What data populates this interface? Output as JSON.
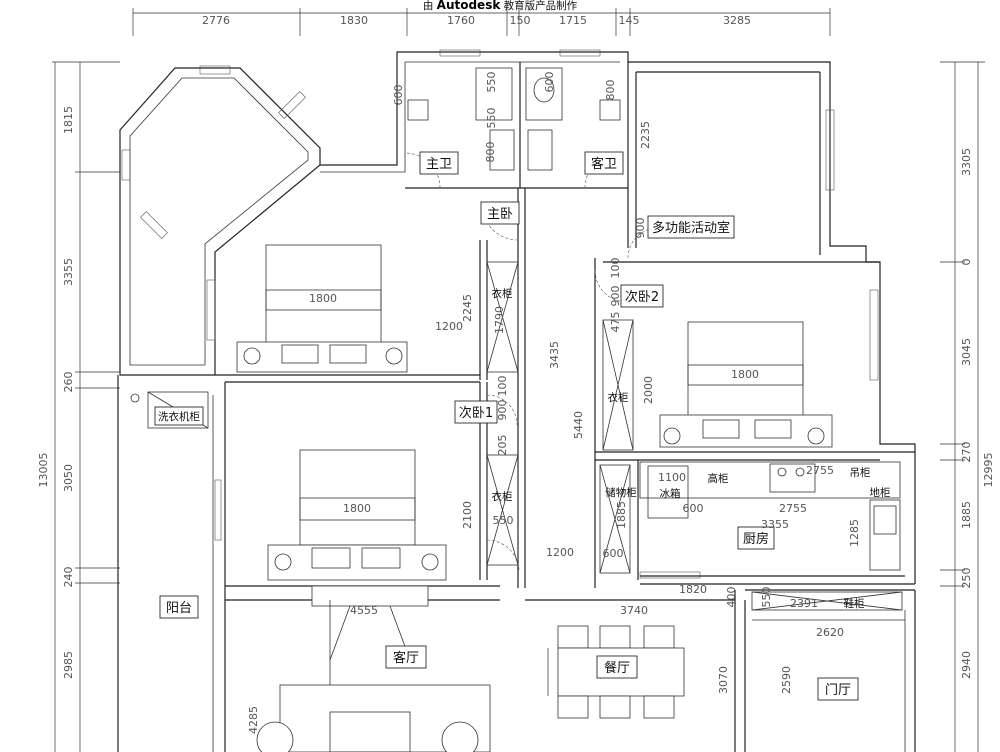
{
  "header": {
    "prefix": "由 ",
    "brand": "Autodesk",
    "suffix": " 教育版产品制作"
  },
  "dims_top": [
    "2776",
    "1830",
    "1760",
    "150",
    "1715",
    "145",
    "3285"
  ],
  "dims_left": [
    "1815",
    "3355",
    "260",
    "3050",
    "240",
    "2985",
    "13005"
  ],
  "dims_right": [
    "3305",
    "0",
    "3045",
    "270",
    "1885",
    "250",
    "2940",
    "12995"
  ],
  "rooms": {
    "master_bath": "主卫",
    "guest_bath": "客卫",
    "master_bed": "主卧",
    "multi_room": "多功能活动室",
    "bed2": "次卧2",
    "bed1": "次卧1",
    "laundry": "洗衣机柜",
    "kitchen": "厨房",
    "balcony": "阳台",
    "living": "客厅",
    "dining": "餐厅",
    "foyer": "门厅",
    "wardrobe": "衣柜",
    "storage": "储物柜",
    "fridge": "冰箱",
    "tall_cab": "高柜",
    "wall_cab": "吊柜",
    "floor_cab": "地柜",
    "shoe_cab": "鞋柜"
  },
  "inner_dims": {
    "d600a": "600",
    "d550a": "550",
    "d550b": "550",
    "d800a": "800",
    "d600b": "600",
    "d800b": "800",
    "d2235": "2235",
    "d900a": "900",
    "d1800a": "1800",
    "d2245": "2245",
    "d1200a": "1200",
    "d1790": "1790",
    "d3435": "3435",
    "d900b": "900",
    "d100a": "100",
    "d900c": "900",
    "d475": "475",
    "d1800b": "1800",
    "d2000": "2000",
    "d5440": "5440",
    "d100b": "100",
    "d900d": "900",
    "d205": "205",
    "d1800c": "1800",
    "d2100": "2100",
    "d550c": "550",
    "d1200b": "1200",
    "d1100": "1100",
    "d2755a": "2755",
    "d600c": "600",
    "d2755b": "2755",
    "d3355": "3355",
    "d1885": "1885",
    "d1285": "1285",
    "d600d": "600",
    "d1820": "1820",
    "d4555": "4555",
    "d3740": "3740",
    "d400": "400",
    "d550d": "550",
    "d2391": "2391",
    "d2620": "2620",
    "d3070": "3070",
    "d2590": "2590",
    "d4285": "4285"
  }
}
